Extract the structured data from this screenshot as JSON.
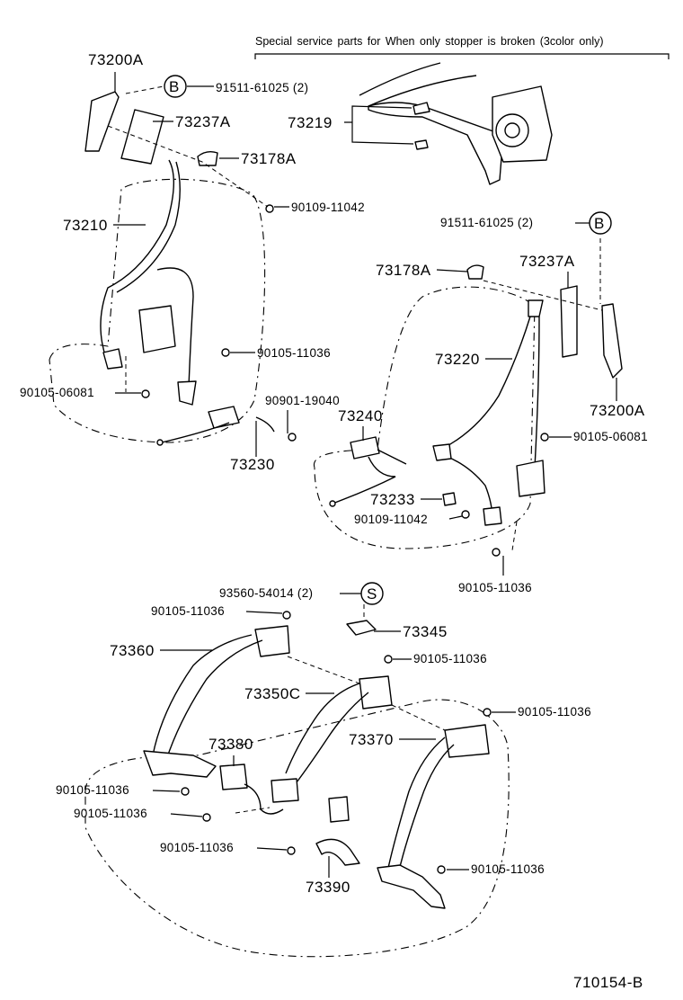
{
  "header_note": "Special service parts for When only stopper is broken (3color only)",
  "figure_id": "710154-B",
  "callouts": {
    "B": "B",
    "S": "S"
  },
  "labels": {
    "p73200A_top": "73200A",
    "p91511_top": "91511-61025 (2)",
    "p73237A_top": "73237A",
    "p73178A_top": "73178A",
    "p90109_top": "90109-11042",
    "p73210": "73210",
    "p90105_11036_a": "90105-11036",
    "p90105_06081_left": "90105-06081",
    "p90901": "90901-19040",
    "p73230": "73230",
    "p73219": "73219",
    "p91511_right": "91511-61025 (2)",
    "p73178A_right": "73178A",
    "p73237A_right": "73237A",
    "p73220": "73220",
    "p73200A_right": "73200A",
    "p73240": "73240",
    "p90105_06081_right": "90105-06081",
    "p73233": "73233",
    "p90109_right": "90109-11042",
    "p90105_11036_b": "90105-11036",
    "p93560": "93560-54014 (2)",
    "p90105_11036_c": "90105-11036",
    "p73345": "73345",
    "p73360": "73360",
    "p90105_11036_d": "90105-11036",
    "p73350C": "73350C",
    "p90105_11036_e": "90105-11036",
    "p73380": "73380",
    "p73370": "73370",
    "p90105_11036_f": "90105-11036",
    "p90105_11036_g": "90105-11036",
    "p90105_11036_h": "90105-11036",
    "p90105_11036_i": "90105-11036",
    "p73390": "73390"
  }
}
